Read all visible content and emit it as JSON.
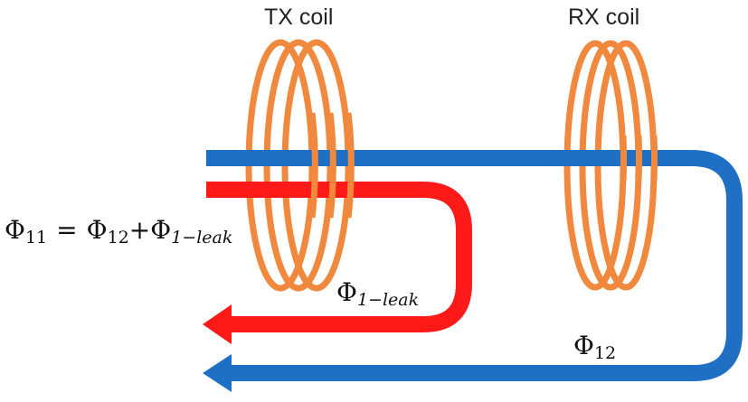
{
  "coils": {
    "tx": {
      "label": "TX coil"
    },
    "rx": {
      "label": "RX coil"
    }
  },
  "equation": {
    "lhs_symbol": "Φ",
    "lhs_sub": "11",
    "equals": "=",
    "term1_symbol": "Φ",
    "term1_sub": "12",
    "plus": "+",
    "term2_symbol": "Φ",
    "term2_sub": "1−leak"
  },
  "flux_labels": {
    "leak": {
      "symbol": "Φ",
      "sub": "1−leak"
    },
    "mutual": {
      "symbol": "Φ",
      "sub": "12"
    }
  },
  "colors": {
    "coil": "#F0883E",
    "mutual_flux": "#1F6FC4",
    "leak_flux": "#FF1A1A"
  }
}
